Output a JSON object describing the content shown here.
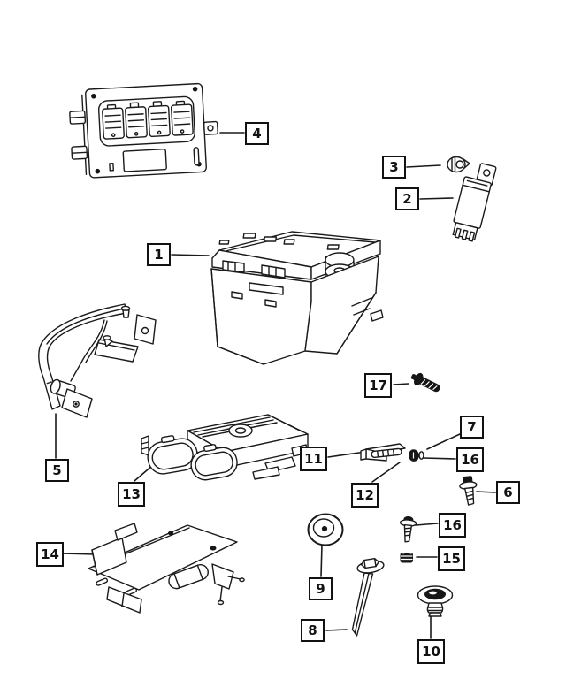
{
  "diagram": {
    "background_color": "#ffffff",
    "line_color": "#1a1a1a",
    "callouts": [
      {
        "label": "1"
      },
      {
        "label": "2"
      },
      {
        "label": "3"
      },
      {
        "label": "4"
      },
      {
        "label": "5"
      },
      {
        "label": "6"
      },
      {
        "label": "7"
      },
      {
        "label": "8"
      },
      {
        "label": "9"
      },
      {
        "label": "10"
      },
      {
        "label": "11"
      },
      {
        "label": "12"
      },
      {
        "label": "13"
      },
      {
        "label": "14"
      },
      {
        "label": "15"
      },
      {
        "label": "16"
      },
      {
        "label": "16"
      },
      {
        "label": "17"
      }
    ],
    "part_icons": [
      "power-distribution-module-icon",
      "relay-icon",
      "cap-screw-icon",
      "engine-control-module-icon",
      "curved-mounting-bracket-icon",
      "hex-bolt-icon",
      "retainer-clip-icon",
      "long-mounting-bolt-icon",
      "grommet-icon",
      "push-pin-retainer-icon",
      "hinge-clip-bracket-icon",
      "module-shield-plate-icon",
      "nut-icon",
      "flange-screw-icon",
      "self-tapping-screw-icon"
    ]
  }
}
